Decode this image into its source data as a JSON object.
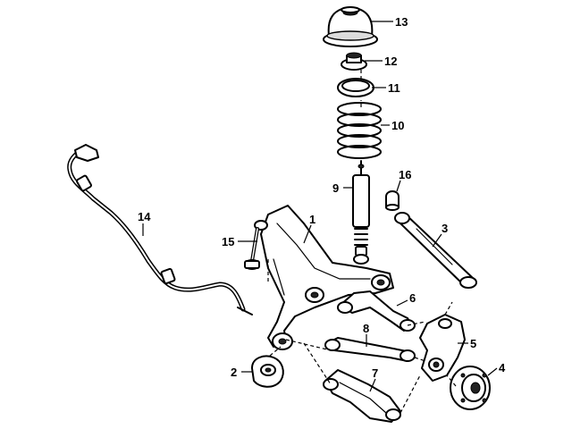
{
  "callouts": [
    {
      "id": "1",
      "label": "1",
      "part": "crossmember"
    },
    {
      "id": "2",
      "label": "2",
      "part": "mount"
    },
    {
      "id": "3",
      "label": "3",
      "part": "trailing-arm"
    },
    {
      "id": "4",
      "label": "4",
      "part": "hub-bearing"
    },
    {
      "id": "5",
      "label": "5",
      "part": "knuckle"
    },
    {
      "id": "6",
      "label": "6",
      "part": "upper-control-arm"
    },
    {
      "id": "7",
      "label": "7",
      "part": "lower-control-arm"
    },
    {
      "id": "8",
      "label": "8",
      "part": "lateral-link"
    },
    {
      "id": "9",
      "label": "9",
      "part": "shock-absorber"
    },
    {
      "id": "10",
      "label": "10",
      "part": "coil-spring"
    },
    {
      "id": "11",
      "label": "11",
      "part": "spring-insulator"
    },
    {
      "id": "12",
      "label": "12",
      "part": "bearing-plate"
    },
    {
      "id": "13",
      "label": "13",
      "part": "strut-mount"
    },
    {
      "id": "14",
      "label": "14",
      "part": "stabilizer-bar"
    },
    {
      "id": "15",
      "label": "15",
      "part": "stabilizer-link"
    },
    {
      "id": "16",
      "label": "16",
      "part": "bump-stop"
    }
  ]
}
